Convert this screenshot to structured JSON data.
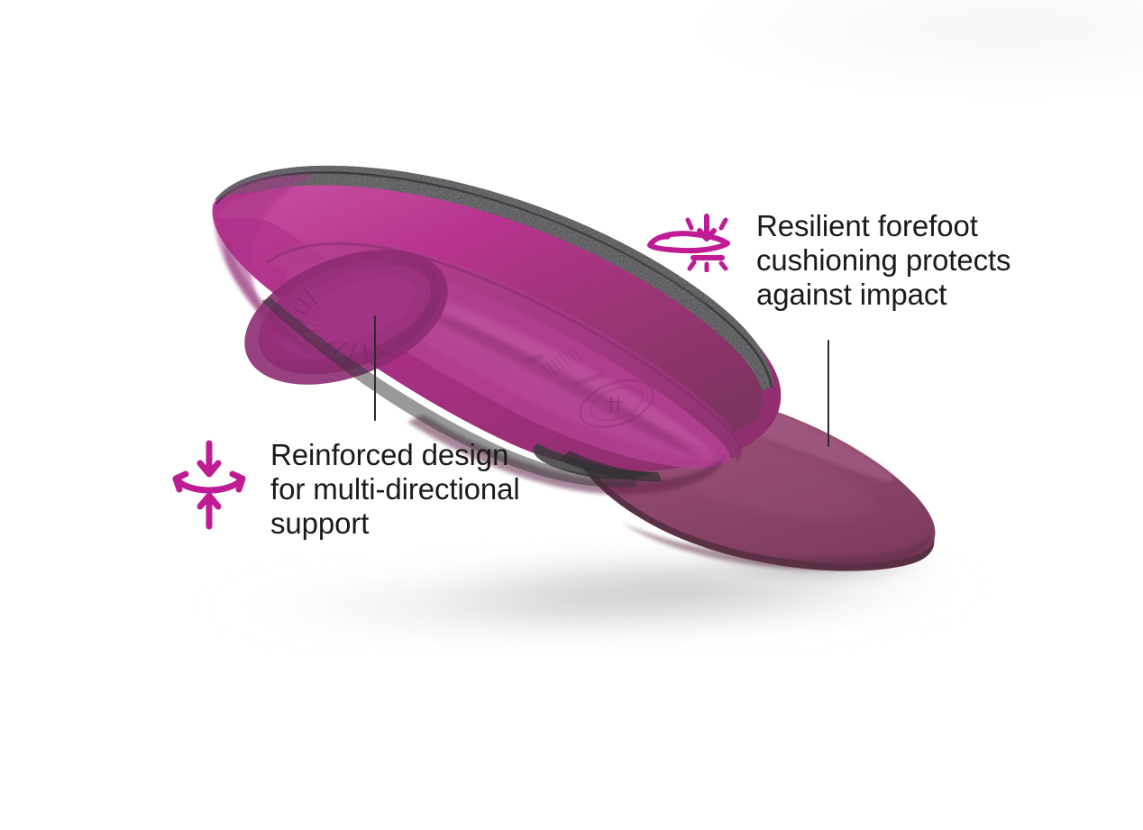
{
  "scene": {
    "background_color": "#ffffff",
    "product_name": "insole",
    "accent_color": "#bf1b94",
    "text_color": "#1a1a1a",
    "leader_line_color": "#2b2b2d"
  },
  "product": {
    "top_cover_color": "#3a3a3c",
    "heel_body_color": "#b8338f",
    "arch_body_color": "#9c3576",
    "forefoot_pad_color": "#8f4a6e",
    "forefoot_pad_highlight": "#9c5278",
    "heel_cup_inner_color": "#a02d7f",
    "shadow_color": "#b9b9bd"
  },
  "callouts": [
    {
      "id": "cushioning",
      "icon": "impact-cushion-icon",
      "text": "Resilient forefoot\ncushioning protects\nagainst impact",
      "leader_line": "leader-cushioning"
    },
    {
      "id": "support",
      "icon": "multi-directional-arrows-icon",
      "text": "Reinforced design\nfor multi-directional\nsupport",
      "leader_line": "leader-support"
    }
  ]
}
